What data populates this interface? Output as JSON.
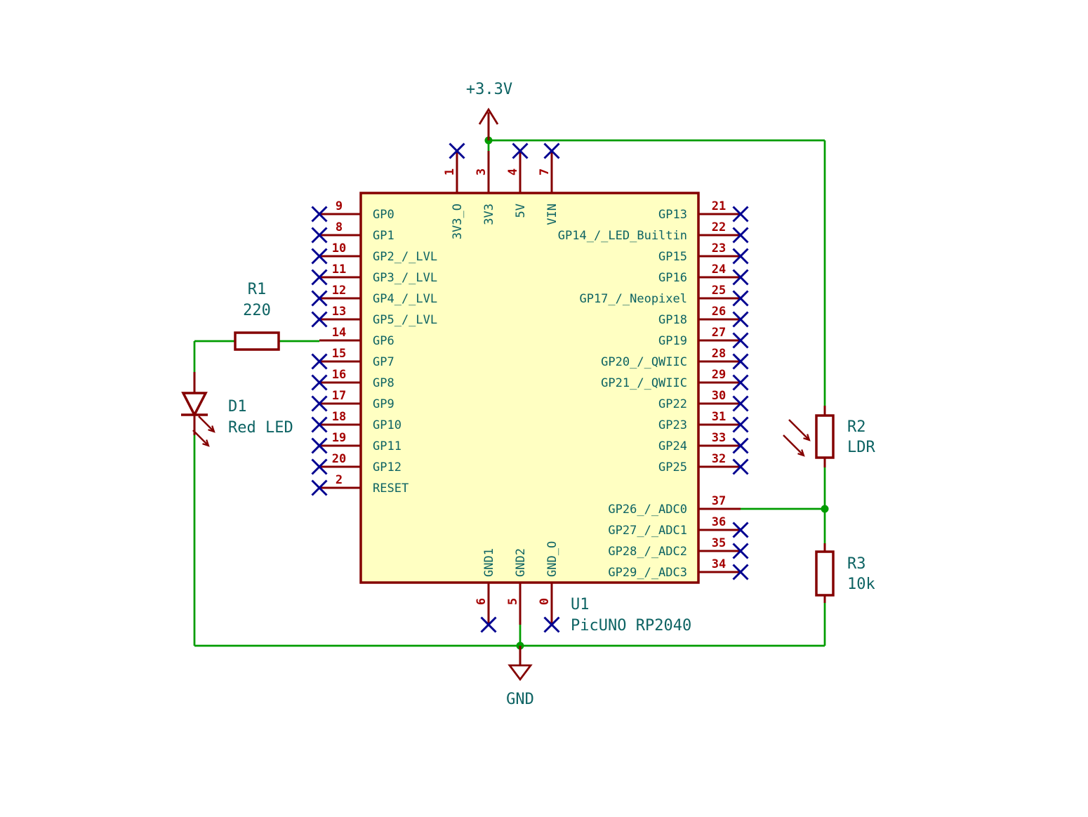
{
  "schematic": {
    "power_label": "+3.3V",
    "ground_label": "GND",
    "ic": {
      "reference": "U1",
      "value": "PicUNO RP2040",
      "left_pins": [
        {
          "number": "9",
          "name": "GP0",
          "connected": false
        },
        {
          "number": "8",
          "name": "GP1",
          "connected": false
        },
        {
          "number": "10",
          "name": "GP2_/_LVL",
          "connected": false
        },
        {
          "number": "11",
          "name": "GP3_/_LVL",
          "connected": false
        },
        {
          "number": "12",
          "name": "GP4_/_LVL",
          "connected": false
        },
        {
          "number": "13",
          "name": "GP5_/_LVL",
          "connected": false
        },
        {
          "number": "14",
          "name": "GP6",
          "connected": true
        },
        {
          "number": "15",
          "name": "GP7",
          "connected": false
        },
        {
          "number": "16",
          "name": "GP8",
          "connected": false
        },
        {
          "number": "17",
          "name": "GP9",
          "connected": false
        },
        {
          "number": "18",
          "name": "GP10",
          "connected": false
        },
        {
          "number": "19",
          "name": "GP11",
          "connected": false
        },
        {
          "number": "20",
          "name": "GP12",
          "connected": false
        },
        {
          "number": "2",
          "name": "RESET",
          "connected": false
        }
      ],
      "right_pins": [
        {
          "number": "21",
          "name": "GP13",
          "connected": false
        },
        {
          "number": "22",
          "name": "GP14_/_LED_Builtin",
          "connected": false
        },
        {
          "number": "23",
          "name": "GP15",
          "connected": false
        },
        {
          "number": "24",
          "name": "GP16",
          "connected": false
        },
        {
          "number": "25",
          "name": "GP17_/_Neopixel",
          "connected": false
        },
        {
          "number": "26",
          "name": "GP18",
          "connected": false
        },
        {
          "number": "27",
          "name": "GP19",
          "connected": false
        },
        {
          "number": "28",
          "name": "GP20_/_QWIIC",
          "connected": false
        },
        {
          "number": "29",
          "name": "GP21_/_QWIIC",
          "connected": false
        },
        {
          "number": "30",
          "name": "GP22",
          "connected": false
        },
        {
          "number": "31",
          "name": "GP23",
          "connected": false
        },
        {
          "number": "33",
          "name": "GP24",
          "connected": false
        },
        {
          "number": "32",
          "name": "GP25",
          "connected": false
        }
      ],
      "adc_pins": [
        {
          "number": "37",
          "name": "GP26_/_ADC0",
          "connected": true
        },
        {
          "number": "36",
          "name": "GP27_/_ADC1",
          "connected": false
        },
        {
          "number": "35",
          "name": "GP28_/_ADC2",
          "connected": false
        },
        {
          "number": "34",
          "name": "GP29_/_ADC3",
          "connected": false
        }
      ],
      "top_pins": [
        {
          "number": "1",
          "name": "3V3_O",
          "connected": false
        },
        {
          "number": "3",
          "name": "3V3",
          "connected": true
        },
        {
          "number": "4",
          "name": "5V",
          "connected": false
        },
        {
          "number": "7",
          "name": "VIN",
          "connected": false
        }
      ],
      "bottom_pins": [
        {
          "number": "6",
          "name": "GND1",
          "connected": false
        },
        {
          "number": "5",
          "name": "GND2",
          "connected": true
        },
        {
          "number": "0",
          "name": "GND_O",
          "connected": false
        }
      ]
    },
    "components": {
      "r1": {
        "reference": "R1",
        "value": "220"
      },
      "d1": {
        "reference": "D1",
        "value": "Red LED"
      },
      "r2": {
        "reference": "R2",
        "value": "LDR"
      },
      "r3": {
        "reference": "R3",
        "value": "10k"
      }
    },
    "colors": {
      "wire": "#009c00",
      "junction": "#009c00",
      "device_outline": "#840000",
      "device_fill": "#ffffc2",
      "pin_number": "#a40000",
      "pin_name": "#0d6363",
      "label": "#0d6363",
      "no_connect": "#000090",
      "background": "#ffffff"
    }
  }
}
